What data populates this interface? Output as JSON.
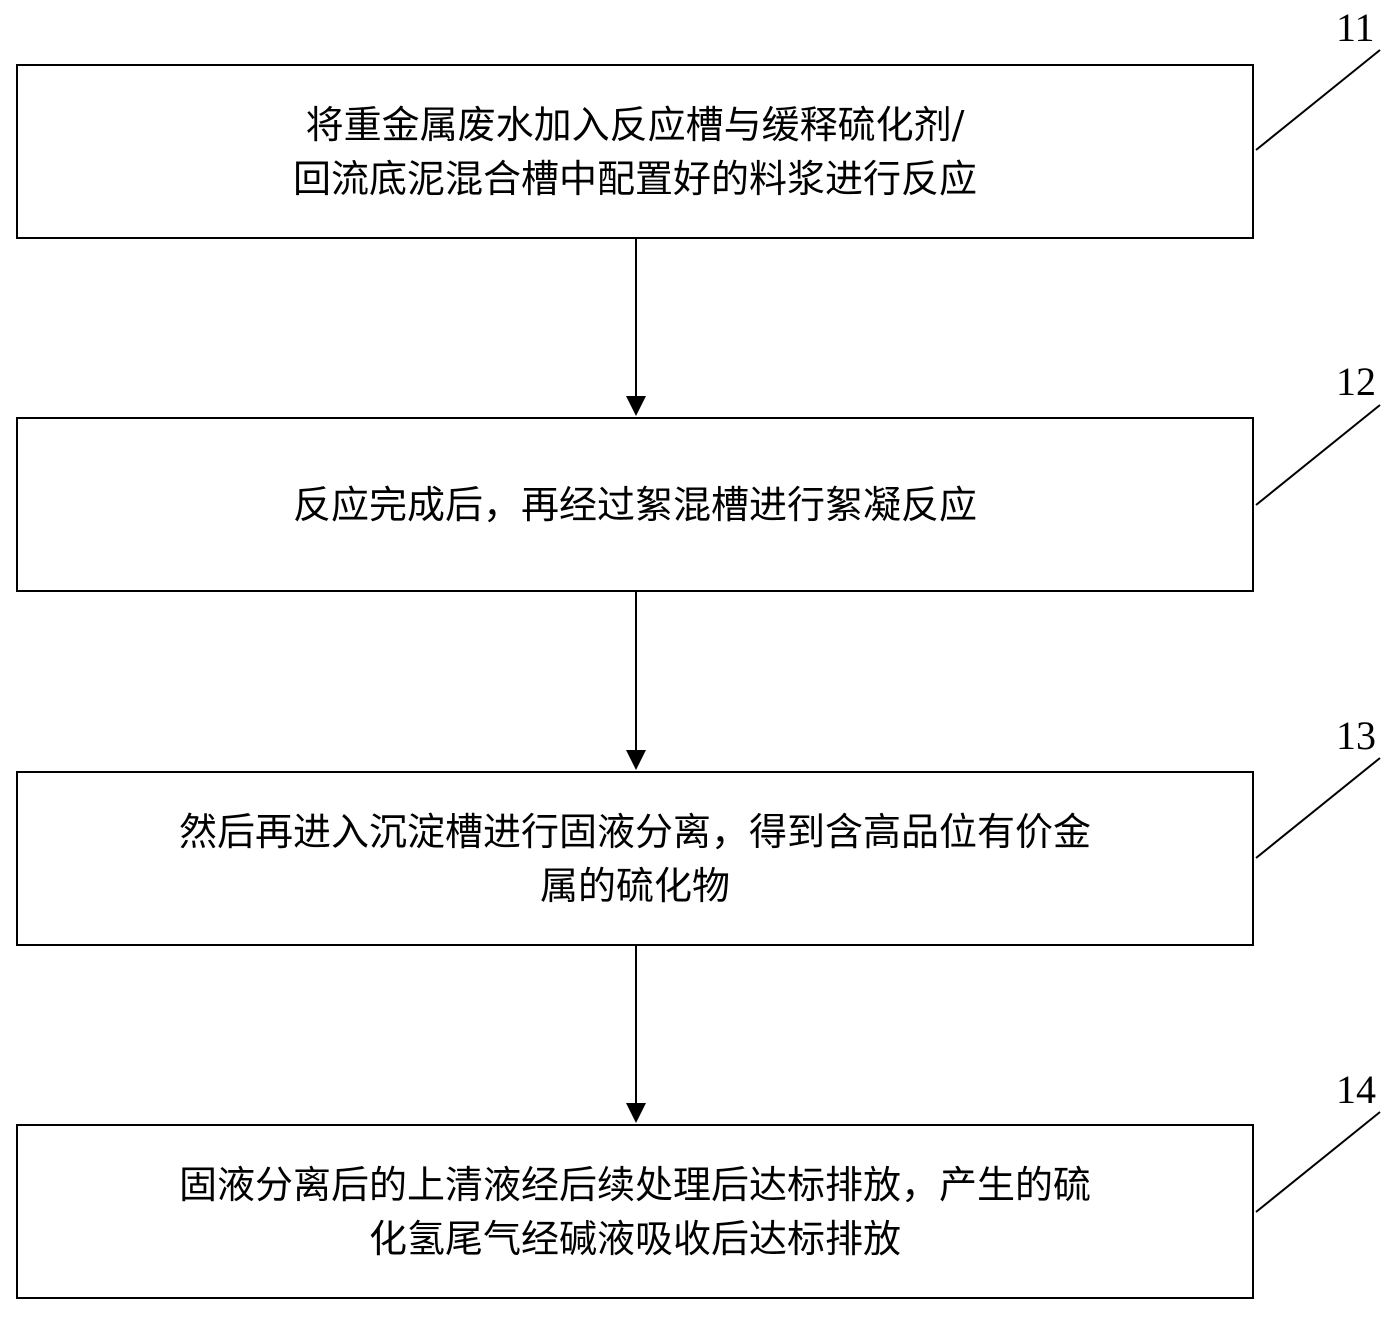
{
  "steps": [
    {
      "number": "11",
      "text": "将重金属废水加入反应槽与缓释硫化剂/\n回流底泥混合槽中配置好的料浆进行反应"
    },
    {
      "number": "12",
      "text": "反应完成后，再经过絮混槽进行絮凝反应"
    },
    {
      "number": "13",
      "text": "然后再进入沉淀槽进行固液分离，得到含高品位有价金\n属的硫化物"
    },
    {
      "number": "14",
      "text": "固液分离后的上清液经后续处理后达标排放，产生的硫\n化氢尾气经碱液吸收后达标排放"
    }
  ]
}
